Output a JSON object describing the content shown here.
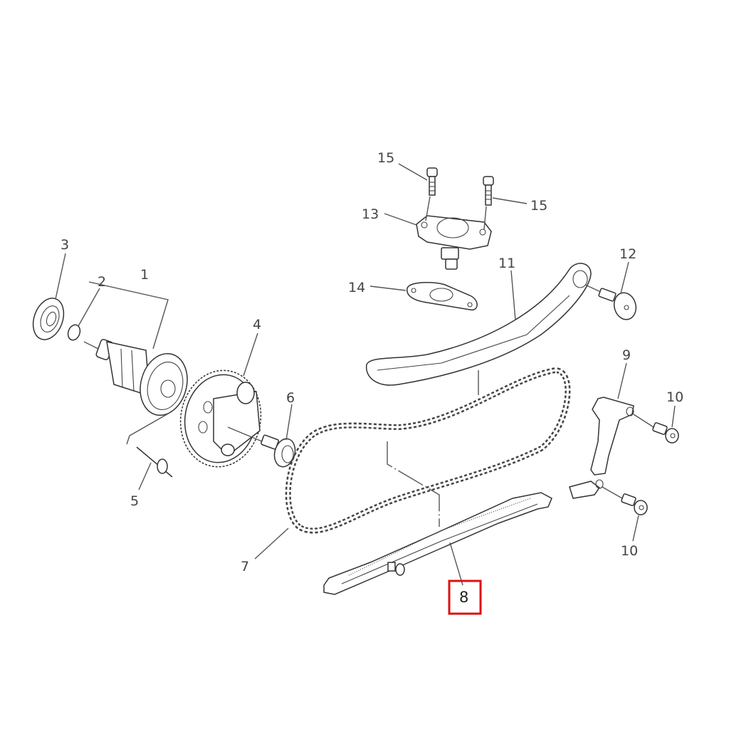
{
  "diagram": {
    "title": "Camshaft & Timing Chain exploded parts diagram",
    "highlight_color": "#dd1111",
    "highlighted_part": "8",
    "parts": [
      {
        "ref": "1",
        "name": "camshaft-assembly"
      },
      {
        "ref": "2",
        "name": "o-ring"
      },
      {
        "ref": "3",
        "name": "bearing"
      },
      {
        "ref": "4",
        "name": "camshaft-sprocket"
      },
      {
        "ref": "5",
        "name": "pin"
      },
      {
        "ref": "6",
        "name": "bolt"
      },
      {
        "ref": "7",
        "name": "timing-chain"
      },
      {
        "ref": "8",
        "name": "chain-guide-exhaust"
      },
      {
        "ref": "9",
        "name": "stopper-guide"
      },
      {
        "ref": "10",
        "name": "bolt"
      },
      {
        "ref": "10",
        "name": "bolt"
      },
      {
        "ref": "11",
        "name": "chain-guide-intake"
      },
      {
        "ref": "12",
        "name": "bolt"
      },
      {
        "ref": "13",
        "name": "tensioner-assembly"
      },
      {
        "ref": "14",
        "name": "gasket"
      },
      {
        "ref": "15",
        "name": "bolt"
      },
      {
        "ref": "15",
        "name": "bolt"
      }
    ]
  },
  "labels": {
    "l1": "1",
    "l2": "2",
    "l3": "3",
    "l4": "4",
    "l5": "5",
    "l6": "6",
    "l7": "7",
    "l8": "8",
    "l9": "9",
    "l10a": "10",
    "l10b": "10",
    "l11": "11",
    "l12": "12",
    "l13": "13",
    "l14": "14",
    "l15a": "15",
    "l15b": "15"
  }
}
